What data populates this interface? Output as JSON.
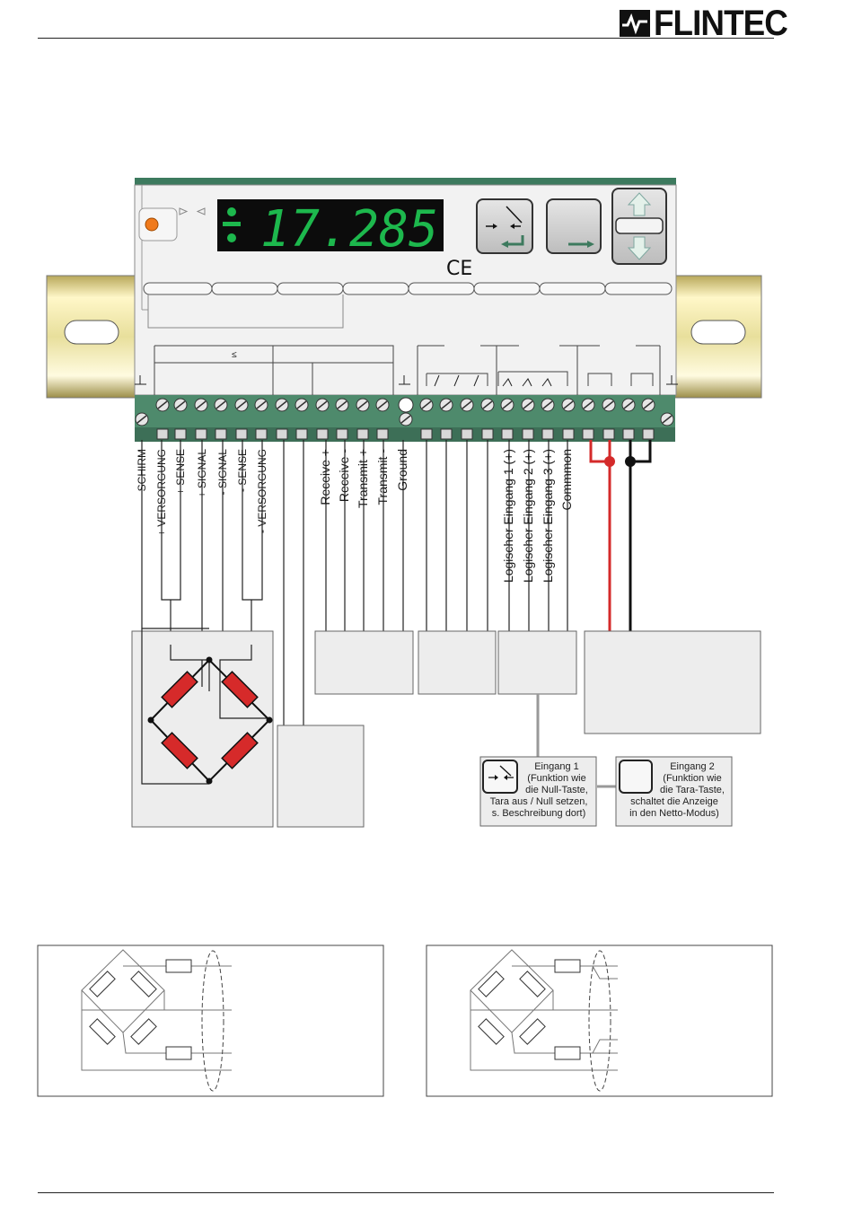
{
  "header": {
    "brand": "FLINTEC"
  },
  "device": {
    "display_sign": "-",
    "display_value": "17.285",
    "ce_mark": "CE",
    "le_symbol": "≤",
    "colors": {
      "panel": "#4e8a6c",
      "display_bg": "#0c0c0c",
      "led": "#1db84d",
      "orange_led": "#f07a1c",
      "rail": "#e7dfa6"
    }
  },
  "terminals": {
    "loadcell": [
      "SCHIRM",
      "+ VERSORGUNG",
      "+ SENSE",
      "+ SIGNAL",
      "- SIGNAL",
      "- SENSE",
      "- VERSORGUNG"
    ],
    "serial": [
      "Receive +",
      "Receive -",
      "Transmit +",
      "Transmit -",
      "Ground"
    ],
    "logic": [
      "Logischer Eingang 1 (+)",
      "Logischer Eingang 2 (+)",
      "Logischer Eingang 3 (+)",
      "Commmon"
    ]
  },
  "inputs": {
    "input1": {
      "title": "Eingang 1",
      "lines": [
        "(Funktion wie",
        "die Null-Taste,",
        "Tara aus / Null setzen,",
        "s. Beschreibung dort)"
      ]
    },
    "input2": {
      "title": "Eingang 2",
      "lines": [
        "(Funktion wie",
        "die Tara-Taste,",
        "schaltet die Anzeige",
        "in den Netto-Modus)"
      ]
    }
  }
}
